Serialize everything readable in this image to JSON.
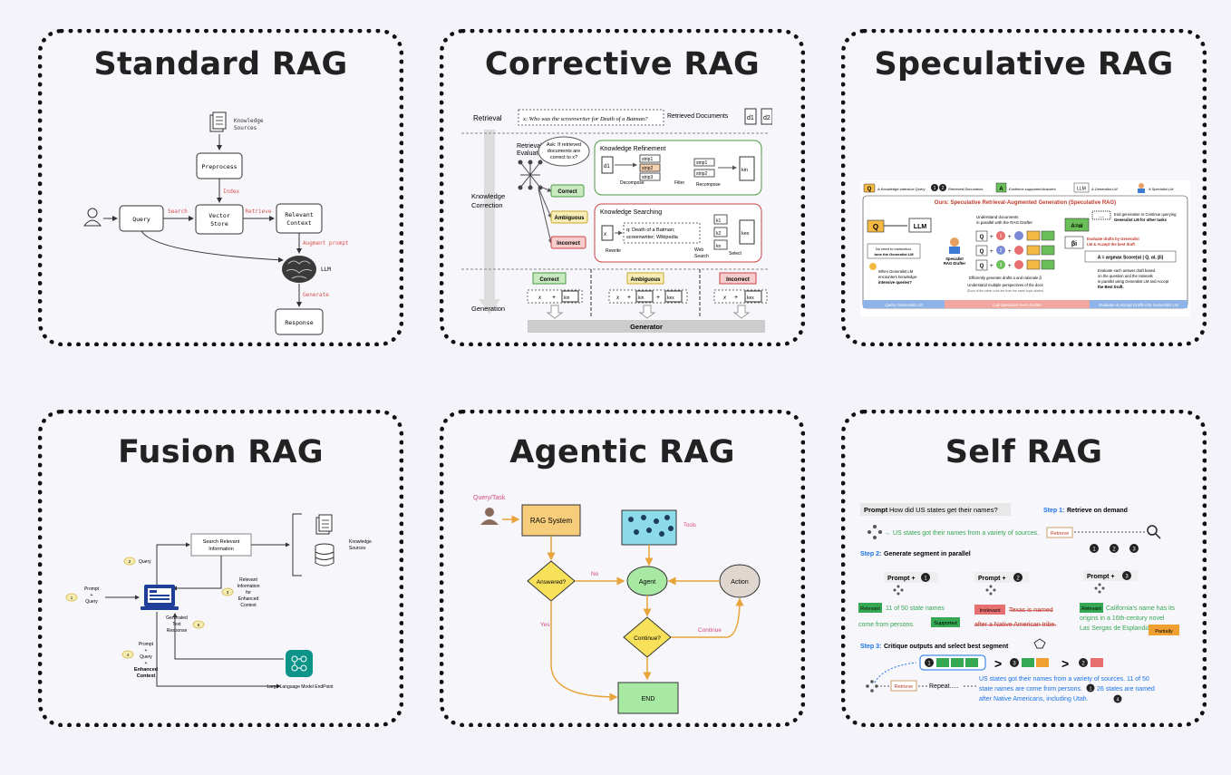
{
  "cards": {
    "standard": {
      "title": "Standard RAG",
      "knowledge_sources": [
        "Knowledge",
        "Sources"
      ],
      "preprocess": "Preprocess",
      "index": "Index",
      "query": "Query",
      "search": "Search",
      "vector_store": [
        "Vector",
        "Store"
      ],
      "retrieve": "Retrieve",
      "relevant_context": [
        "Relevant",
        "Context"
      ],
      "augment_prompt": "Augment prompt",
      "llm": "LLM",
      "generate": "Generate",
      "response": "Response"
    },
    "corrective": {
      "title": "Corrective RAG",
      "retrieval": "Retrieval",
      "question": "x: Who was the screenwriter for Death of a Batman?",
      "retrieved_documents": "Retrieved Documents",
      "d1": "d1",
      "d2": "d2",
      "retrieval_evaluator": [
        "Retrieval",
        "Evaluator"
      ],
      "ask": [
        "Ask: If retrieved",
        "documents are",
        "correct to x?"
      ],
      "knowledge_correction": [
        "Knowledge",
        "Correction"
      ],
      "knowledge_refinement": "Knowledge Refinement",
      "strips": [
        "strip1",
        "strip2",
        "strip3",
        "strip1",
        "strip2"
      ],
      "decompose": "Decompose",
      "filter": "Filter",
      "recompose": "Recompose",
      "kin": "kin",
      "kex": "kex",
      "correct": "Correct",
      "ambiguous": "Ambiguous",
      "incorrect": "Incorrect",
      "knowledge_searching": "Knowledge Searching",
      "search_query": [
        "q: Death of a Batman;",
        "screenwriter; Wikipedia"
      ],
      "rewrite": "Rewrite",
      "web_search": [
        "Web",
        "Search"
      ],
      "select": "Select",
      "k1": "k1",
      "k2": "k2",
      "kn": "kn",
      "x": "x",
      "plus": "+",
      "generation": "Generation",
      "generator": "Generator"
    },
    "speculative": {
      "title": "Speculative RAG",
      "legend": [
        "A Knowledge-intensive Query",
        "Retrieved Documents",
        "Evidence-supported Answers",
        "A Generalist LM",
        "A Specialist LM"
      ],
      "legend_badges": [
        "Q",
        "1",
        "2",
        "A",
        "LLM"
      ],
      "banner": "Ours: Speculative Retrieval-Augmented Generation (Speculative RAG)",
      "q": "Q",
      "llm": "LLM",
      "understand_docs": [
        "Understand documents",
        "in parallel with the RAG Drafter"
      ],
      "a_eq": "A=αi",
      "end_gen": [
        "End generation or Continue querying",
        "Generalist LM for other tasks"
      ],
      "no_instruction": [
        "No need to instruction-",
        "tune the Generalist LM"
      ],
      "specialist_drafter": [
        "Specialist",
        "RAG Drafter"
      ],
      "draft_rows": [
        "1",
        "2",
        "3"
      ],
      "beta": "βi",
      "evaluate_drafts": [
        "Evaluate drafts by Generalist",
        "LM & Accept the best draft"
      ],
      "argmax": "A = argmax Score(αi | Q, αi, βi)",
      "when_generalist": [
        "When Generalist LM",
        "encounters knowledge-",
        "intensive queries?"
      ],
      "efficiently": [
        "Efficiently generate drafts α and rationale β",
        "Understand multiple perspectives of the docs",
        "(Docs of the same color are from the same topic cluster)"
      ],
      "evaluate_each": [
        "Evaluate each answer draft based",
        "on the question and the rationals",
        "in parallel using Generalist LM and Accept",
        "the Best Draft."
      ],
      "footer": [
        "Query Generalist LM",
        "Call Specialist RAG Drafter",
        "Evaluate & Accept Drafts into Generalist LM"
      ]
    },
    "fusion": {
      "title": "Fusion RAG",
      "search_relevant": [
        "Search Relevant",
        "Information"
      ],
      "knowledge_sources": [
        "Knowledge",
        "Sources"
      ],
      "step2": "Query",
      "prompt_query": [
        "Prompt",
        "+",
        "Query"
      ],
      "relevant_info": [
        "Relevant",
        "Information",
        "for",
        "Enhanced",
        "Context"
      ],
      "generated_text": [
        "Generated",
        "Text",
        "Response"
      ],
      "enhanced_context": [
        "Prompt",
        "+",
        "Query",
        "+",
        "Enhanced",
        "Context"
      ],
      "llm_endpoint": "Large Language Model EndPoint",
      "numbers": [
        "1",
        "2",
        "3",
        "4",
        "5"
      ]
    },
    "agentic": {
      "title": "Agentic RAG",
      "query_task": "Query/Task",
      "rag_system": "RAG System",
      "tools": "Tools",
      "answered": "Answered?",
      "no": "No",
      "agent": "Agent",
      "action": "Action",
      "yes": "Yes",
      "continue_q": "Continue?",
      "continue": "Continue",
      "end": "END"
    },
    "self": {
      "title": "Self RAG",
      "prompt_label": "Prompt",
      "prompt": "How did US states get their names?",
      "step1_label": "Step 1:",
      "step1": "Retrieve on demand",
      "answer_line": "US states got their names from a variety of sources.",
      "retrieve": "Retrieve",
      "step2_label": "Step 2:",
      "step2": "Generate segment in parallel",
      "prompt_plus": "Prompt +",
      "nums": [
        "1",
        "2",
        "3",
        "4"
      ],
      "relevant": "Relevant",
      "irrelevant": "Irrelevant",
      "seg1": [
        "11 of 50 state names",
        "come from persons."
      ],
      "supported": "Supported",
      "seg2": [
        "Texas is named",
        "after a Native American tribe."
      ],
      "seg3": [
        "California's name has its",
        "origins in a 16th-century novel",
        "Las Sergas de Esplandián."
      ],
      "partially": "Partially",
      "step3_label": "Step 3:",
      "step3": "Critique outputs and select best segment",
      "gt": ">",
      "repeat": "Repeat.....",
      "final": [
        "US states got their names from a variety of sources. 11 of 50",
        "state names are come from persons.",
        "26 states are named",
        "after Native Americans, including Utah."
      ]
    }
  },
  "colors": {
    "card_border": "#111111",
    "background": "#f4f3f9",
    "accent_red": "#d9534f",
    "agent_orange": "#f0a030",
    "agent_green": "#a7e8a3",
    "self_green": "#34a853",
    "self_blue": "#1a73e8"
  }
}
